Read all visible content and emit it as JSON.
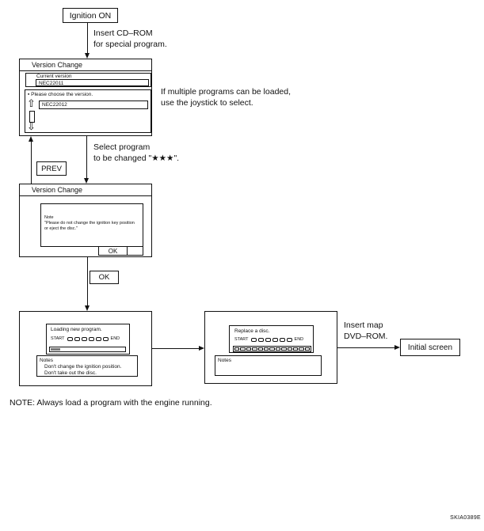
{
  "figure": {
    "note": "NOTE: Always load a program with the engine running.",
    "code": "SKIA0389E"
  },
  "nodes": {
    "ignition": "Ignition ON",
    "prev": "PREV",
    "ok": "OK",
    "initial": "Initial screen"
  },
  "annotations": {
    "insert_cd": [
      "Insert CD–ROM",
      "for special program."
    ],
    "multi_program": [
      "If multiple programs can be loaded,",
      "use the joystick to select."
    ],
    "select_program": [
      "Select program",
      "to be changed \"★★★\"."
    ],
    "insert_map": [
      "Insert map",
      "DVD–ROM."
    ]
  },
  "screen1": {
    "title": "Version Change",
    "current_version_label": "Current version",
    "current_version_value": "NEC22011",
    "choose_bullet": "▪",
    "choose_label": "Please choose the version.",
    "choose_value": "NEC22012",
    "scroll_up_icon": "⇧",
    "scroll_down_icon": "⇩"
  },
  "screen2": {
    "title": "Version Change",
    "dialog_lines": [
      "Note",
      "\"Please do not change the ignition key position",
      "or eject the disc.\""
    ],
    "ok": "OK"
  },
  "screen3": {
    "message": "Loading new program.",
    "start": "START",
    "end": "END",
    "segment_count": 6,
    "notes_title": "Notes",
    "notes_lines": [
      "Don't change the ignition position.",
      "Don't take out the disc."
    ]
  },
  "screen4": {
    "message": "Replace a disc.",
    "start": "START",
    "end": "END",
    "segment_count": 6,
    "bar_segment_count": 13,
    "notes_title": "Notes"
  }
}
